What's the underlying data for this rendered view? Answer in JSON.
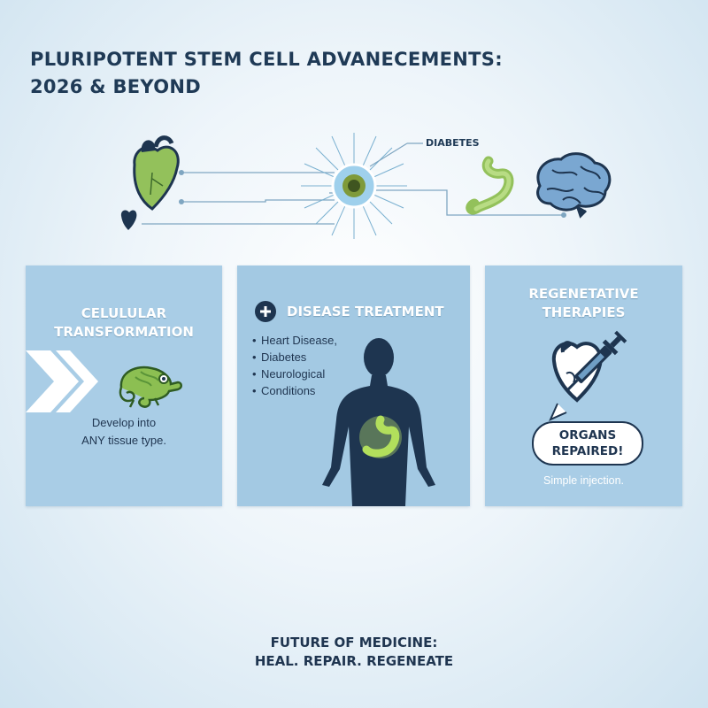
{
  "title": {
    "line1": "PLURIPOTENT STEM CELL ADVANECEMENTS:",
    "line2": "2026 & BEYOND"
  },
  "diagram": {
    "label": "DIABETES",
    "icons": [
      "heart-icon",
      "small-heart-icon",
      "stem-cell-icon",
      "pancreas-icon",
      "brain-icon"
    ]
  },
  "panels": {
    "cellular": {
      "title_line1": "CELULULAR",
      "title_line2": "TRANSFORMATION",
      "desc_line1": "Develop into",
      "desc_line2": "ANY tissue type.",
      "icons": [
        "chevron-arrows-icon",
        "chameleon-icon"
      ]
    },
    "disease": {
      "title": "DISEASE TREATMENT",
      "items": [
        "Heart Disease,",
        "Diabetes",
        "Neurological",
        "Conditions"
      ],
      "icons": [
        "plus-icon",
        "human-silhouette-icon",
        "stomach-icon"
      ]
    },
    "regenerative": {
      "title_line1": "REGENETATIVE",
      "title_line2": "THERAPIES",
      "bubble_line1": "ORGANS",
      "bubble_line2": "REPAIRED!",
      "desc": "Simple injection.",
      "icons": [
        "heart-syringe-icon"
      ]
    }
  },
  "footer": {
    "line1": "FUTURE OF MEDICINE:",
    "line2": "HEAL. REPAIR. REGENEATE"
  },
  "colors": {
    "panel": "#a9cde6",
    "navy": "#1e3550",
    "accent_green": "#8cbf52"
  }
}
